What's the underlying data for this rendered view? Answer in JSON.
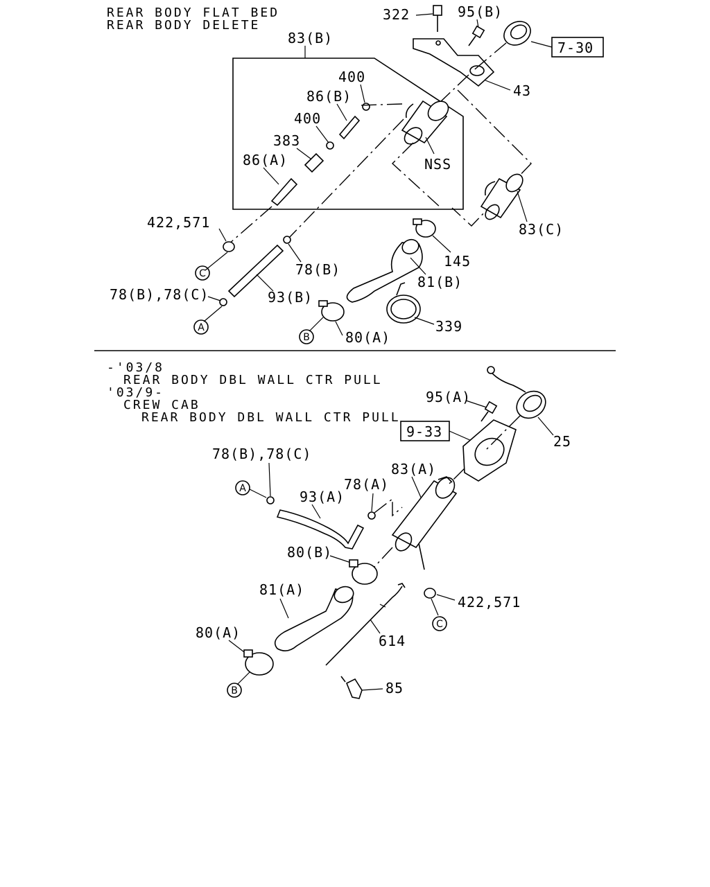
{
  "top": {
    "header": [
      "REAR BODY FLAT BED",
      "REAR BODY DELETE"
    ],
    "labels": {
      "p322": "322",
      "p95b": "95(B)",
      "ref730": "7-30",
      "p83b": "83(B)",
      "p43": "43",
      "p400a": "400",
      "p86b": "86(B)",
      "p400b": "400",
      "p383": "383",
      "nss": "NSS",
      "p86a": "86(A)",
      "p42257": "422,571",
      "p83c": "83(C)",
      "p145": "145",
      "p78b": "78(B)",
      "p81b": "81(B)",
      "p78bc": "78(B),78(C)",
      "p93b": "93(B)",
      "p339": "339",
      "p80a": "80(A)"
    },
    "markers": {
      "c": "C",
      "a": "A",
      "b": "B"
    }
  },
  "bottom": {
    "header": [
      "-'03/8",
      "REAR BODY DBL WALL CTR PULL",
      "'03/9-",
      "CREW CAB",
      "REAR BODY DBL WALL CTR PULL"
    ],
    "labels": {
      "p95a": "95(A)",
      "ref933": "9-33",
      "p25": "25",
      "p78bc": "78(B),78(C)",
      "p83a": "83(A)",
      "p93a": "93(A)",
      "p78a": "78(A)",
      "p80b": "80(B)",
      "p81a": "81(A)",
      "p42257": "422,571",
      "p80a": "80(A)",
      "p614": "614",
      "p85": "85"
    },
    "markers": {
      "a": "A",
      "c": "C",
      "b": "B"
    }
  }
}
